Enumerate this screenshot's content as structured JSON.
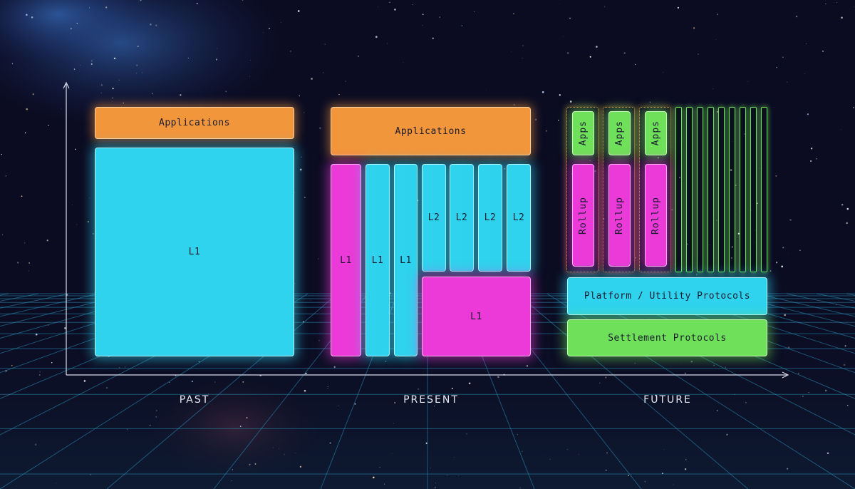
{
  "colors": {
    "applications": "#f2963c",
    "l1_l2_platform": "#2fd3ee",
    "rollup_l1": "#ec3ad8",
    "apps_settlement": "#6fe05a"
  },
  "past": {
    "label": "PAST",
    "applications": "Applications",
    "l1": "L1"
  },
  "present": {
    "label": "PRESENT",
    "applications": "Applications",
    "l1_a": "L1",
    "l1_b": "L1",
    "l1_c": "L1",
    "l2_a": "L2",
    "l2_b": "L2",
    "l2_c": "L2",
    "l2_d": "L2",
    "l1_base": "L1"
  },
  "future": {
    "label": "FUTURE",
    "apps_1": "Apps",
    "apps_2": "Apps",
    "apps_3": "Apps",
    "rollup_1": "Rollup",
    "rollup_2": "Rollup",
    "rollup_3": "Rollup",
    "platform": "Platform / Utility Protocols",
    "settlement": "Settlement Protocols"
  }
}
